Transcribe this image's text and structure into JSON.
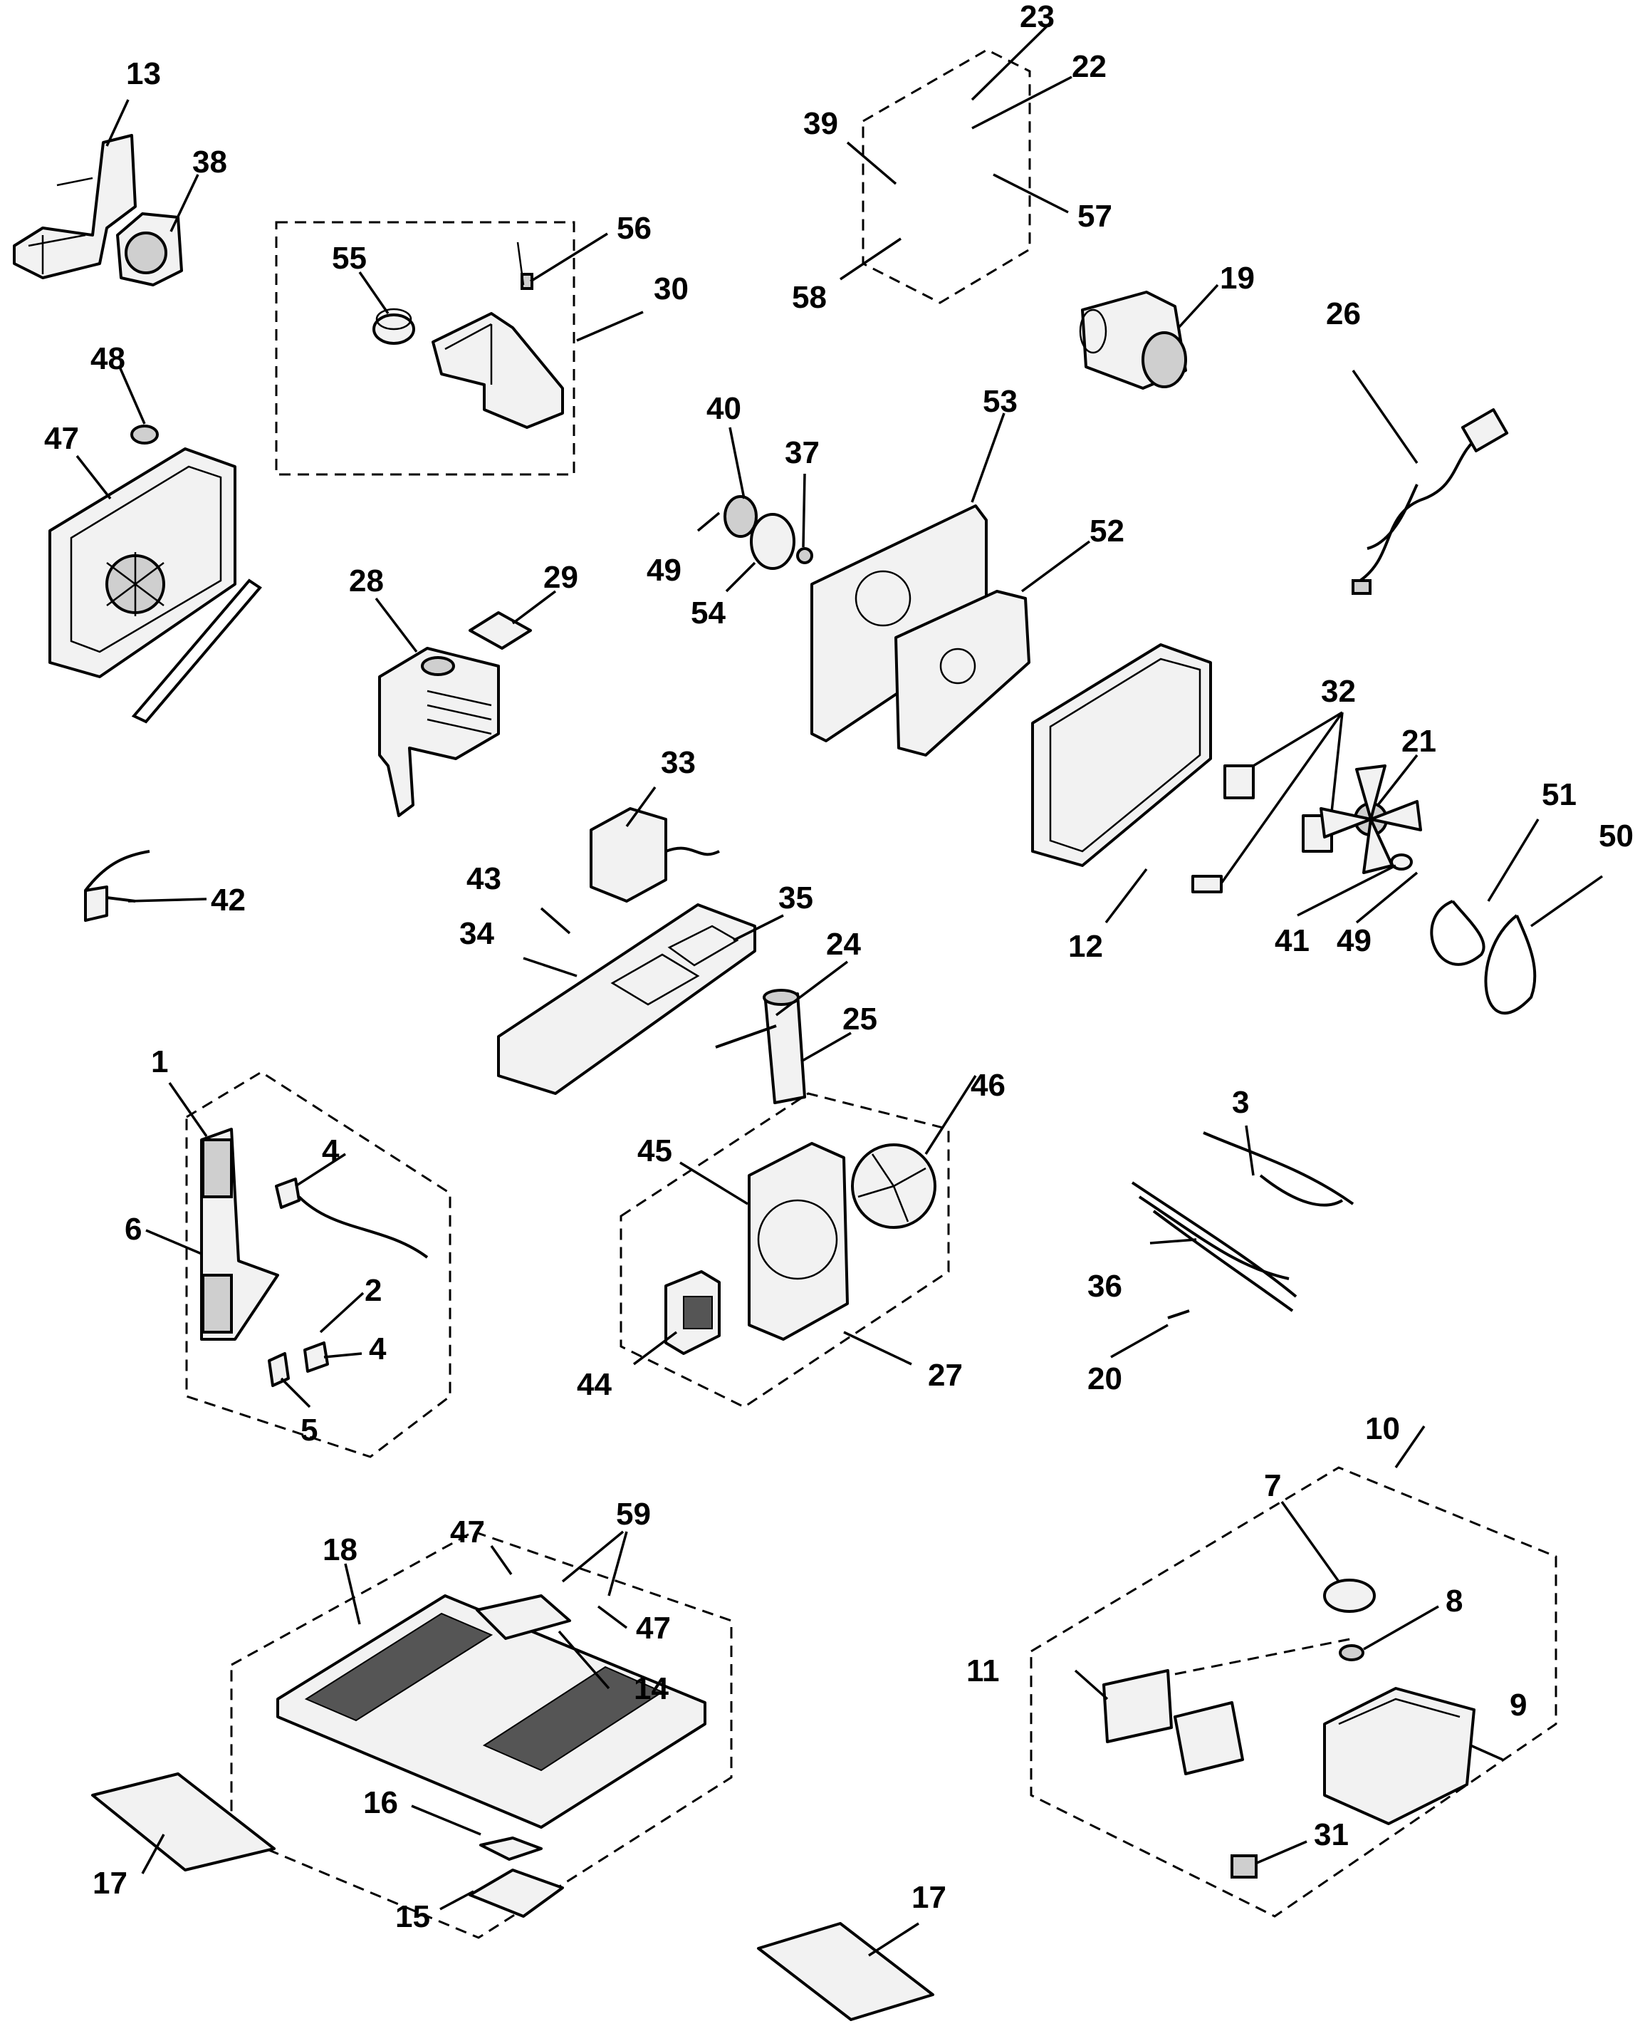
{
  "callouts": {
    "c1": "1",
    "c2": "2",
    "c3": "3",
    "c4a": "4",
    "c4b": "4",
    "c5": "5",
    "c6": "6",
    "c7": "7",
    "c8": "8",
    "c9": "9",
    "c10": "10",
    "c11": "11",
    "c12": "12",
    "c13": "13",
    "c14": "14",
    "c15": "15",
    "c16": "16",
    "c17a": "17",
    "c17b": "17",
    "c18": "18",
    "c19": "19",
    "c20": "20",
    "c21": "21",
    "c22": "22",
    "c23": "23",
    "c24": "24",
    "c25": "25",
    "c26": "26",
    "c27": "27",
    "c28": "28",
    "c29": "29",
    "c30": "30",
    "c31": "31",
    "c32": "32",
    "c33": "33",
    "c34": "34",
    "c35": "35",
    "c36": "36",
    "c37": "37",
    "c38": "38",
    "c39": "39",
    "c40": "40",
    "c41": "41",
    "c42": "42",
    "c43": "43",
    "c44": "44",
    "c45": "45",
    "c46": "46",
    "c47a": "47",
    "c47b": "47",
    "c47c": "47",
    "c48": "48",
    "c49a": "49",
    "c49b": "49",
    "c50": "50",
    "c51": "51",
    "c52": "52",
    "c53": "53",
    "c54": "54",
    "c55": "55",
    "c56": "56",
    "c57": "57",
    "c58": "58",
    "c59": "59"
  }
}
